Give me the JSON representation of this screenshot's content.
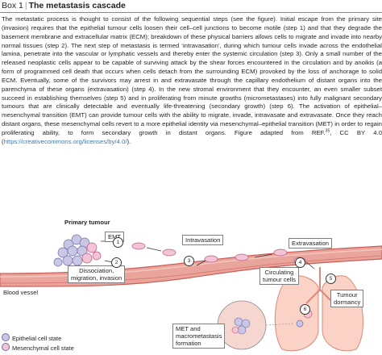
{
  "header": {
    "box_label": "Box 1",
    "separator": "|",
    "title": "The metastasis cascade"
  },
  "body": {
    "text": "The metastatic process is thought to consist of the following sequential steps (see the figure). Initial escape from the primary site (invasion) requires that the epithelial tumour cells loosen their cell–cell junctions to become motile (step 1) and that they degrade the basement membrane and extracellular matrix (ECM); breakdown of these physical barriers allows cells to migrate and invade into nearby normal tissues (step 2). The next step of metastasis is termed ‘intravasation’, during which tumour cells invade across the endothelial lamina, penetrate into the vascular or lymphatic vessels and thereby enter the systemic circulation (step 3). Only a small number of the released neoplastic cells appear to be capable of surviving attack by the shear forces encountered in the circulation and by anoikis (a form of programmed cell death that occurs when cells detach from the surrounding ECM) provoked by the loss of anchorage to solid ECM. Eventually, some of the survivors may arrest in and extravasate through the capillary endothelium of distant organs into the parenchyma of these organs (extravasation) (step 4). In the new stromal environment that they encounter, an even smaller subset succeed in establishing themselves (step 5) and in proliferating from minute growths (micrometastases) into fully malignant secondary tumours that are clinically detectable and eventually life-threatening (secondary growth) (step 6). The activation of epithelial–mesenchymal transition (EMT) can provide tumour cells with the ability to migrate, invade, intravasate and extravasate. Once they reach distant organs, these mesenchymal cells revert to a more epithelial identity via mesenchymal–epithelial transition (MET) in order to regain proliferating ability, to form secondary growth in distant organs. Figure adapted from",
    "ref_text": "REF.",
    "ref_sup": "35",
    "cc_text": ", CC BY 4.0 (",
    "link_text": "https://creativecommons.org/licenses/by/4.0/",
    "end_text": ")."
  },
  "figure": {
    "labels": {
      "primary_tumour": "Primary tumour",
      "emt": "EMT",
      "dissociation": "Dissociation,\nmigration, invasion",
      "intravasation": "Intravasation",
      "extravasation": "Extravasation",
      "blood_vessel": "Blood vessel",
      "circulating": "Circulating\ntumour cells",
      "dormancy": "Tumour\ndormancy",
      "met": "MET and\nmacrometastasis\nformation"
    },
    "steps": [
      "1",
      "2",
      "3",
      "4",
      "5",
      "6"
    ],
    "legend": [
      {
        "label": "Epithelial cell state",
        "color": "#c9c6e6"
      },
      {
        "label": "Mesenchymal cell state",
        "color": "#f3c3d6"
      }
    ],
    "colors": {
      "vessel": "#e08d83",
      "vessel_dark": "#c95f57",
      "epithelial": "#c9c6e6",
      "mesenchymal": "#f3c3d6",
      "lung": "#fbd3c6"
    }
  }
}
